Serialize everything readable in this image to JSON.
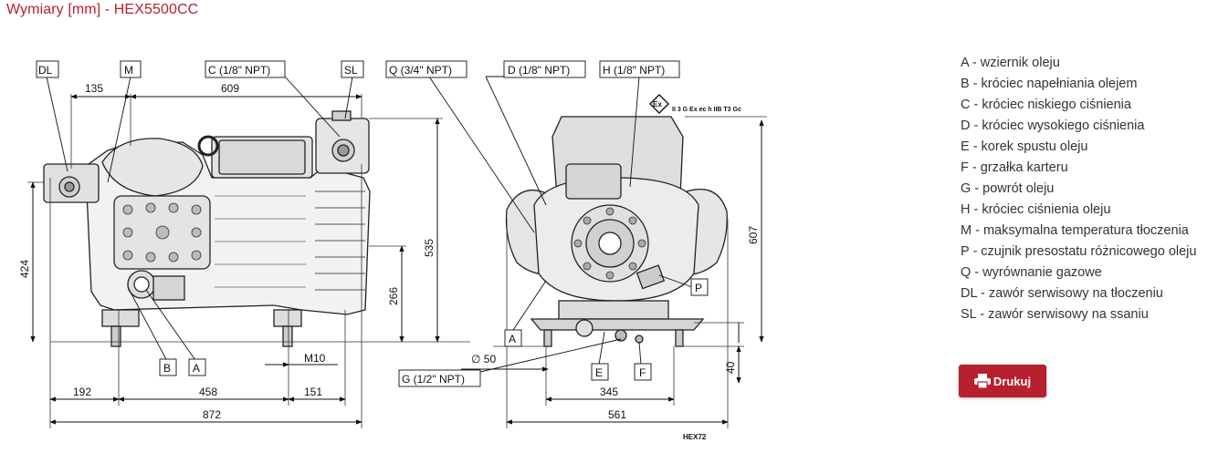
{
  "page": {
    "title": "Wymiary [mm] - HEX5500CC"
  },
  "drawing": {
    "callouts": {
      "dl": "DL",
      "m": "M",
      "c": "C (1/8\" NPT)",
      "sl": "SL",
      "q": "Q (3/4\" NPT)",
      "d": "D (1/8\" NPT)",
      "h": "H (1/8\" NPT)",
      "b": "B",
      "a_left": "A",
      "a_right": "A",
      "g": "G (1/2\" NPT)",
      "e": "E",
      "f": "F",
      "p": "P"
    },
    "dims": {
      "d135": "135",
      "d609": "609",
      "d424": "424",
      "d535": "535",
      "d266": "266",
      "m10": "M10",
      "d192": "192",
      "d458": "458",
      "d151": "151",
      "d872": "872",
      "d50": "∅ 50",
      "d607": "607",
      "d40": "40",
      "d345": "345",
      "d561": "561"
    },
    "ex_marking": "II 3 G Ex ec h IIB T3 Gc",
    "code": "HEX72"
  },
  "legend": {
    "items": [
      "A - wziernik oleju",
      "B - króciec napełniania olejem",
      "C - króciec niskiego ciśnienia",
      "D - króciec wysokiego ciśnienia",
      "E - korek spustu oleju",
      "F - grzałka karteru",
      "G - powrót oleju",
      "H - króciec ciśnienia oleju",
      "M - maksymalna temperatura tłoczenia",
      "P - czujnik presostatu różnicowego oleju",
      "Q - wyrównanie gazowe",
      "DL - zawór serwisowy na tłoczeniu",
      "SL - zawór serwisowy na ssaniu"
    ]
  },
  "actions": {
    "print_label": "Drukuj"
  },
  "colors": {
    "accent": "#b8202e"
  }
}
